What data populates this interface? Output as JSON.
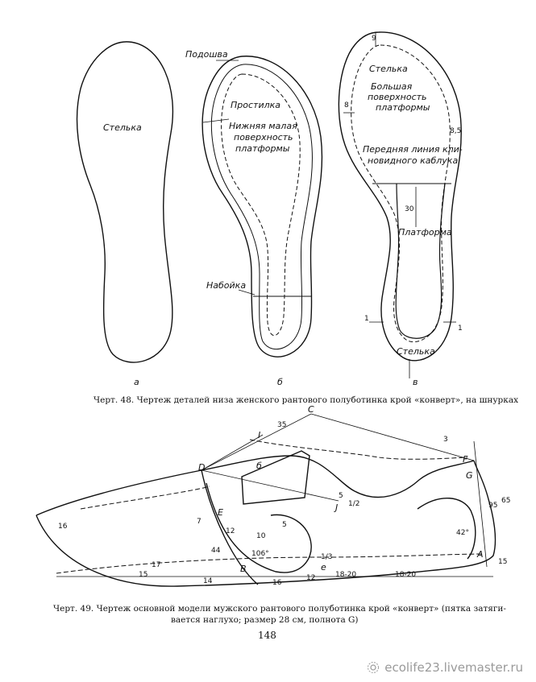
{
  "fig48": {
    "a": {
      "insole": "Стелька",
      "letter": "а"
    },
    "b": {
      "sole": "Подошва",
      "filler": "Простилка",
      "lower_small_surface": [
        "Нижняя малая",
        "поверхность",
        "платформы"
      ],
      "heel_lift": "Набойка",
      "letter": "б"
    },
    "c": {
      "insole_top": "Стелька",
      "big_surface": [
        "Большая",
        "поверхность",
        "платформы"
      ],
      "front_line": [
        "Передняя линия кли-",
        "новидного каблука"
      ],
      "platform": "Платформа",
      "insole_bottom": "Стелька",
      "dims": {
        "top": "9",
        "left": "8",
        "right": "8,5",
        "mid": "30",
        "left_small": "1",
        "right_small": "1"
      },
      "letter": "в"
    },
    "caption": "Черт. 48. Чертеж деталей низа женского  рантового полуботинка крой «конверт», на шнурках"
  },
  "fig49": {
    "points": {
      "C": "C",
      "I": "I",
      "D": "D",
      "F": "F",
      "G": "G",
      "E": "E",
      "B": "B",
      "A": "A",
      "J": "J",
      "b": "б",
      "e": "е"
    },
    "dims": [
      "35",
      "3",
      "16",
      "1/2",
      "5",
      "12",
      "10",
      "106°",
      "42°",
      "95",
      "65",
      "15",
      "17",
      "15",
      "14",
      "44",
      "16",
      "12",
      "1/3",
      "18-20",
      "18-20",
      "7",
      "5"
    ],
    "caption_line1": "Черт. 49. Чертеж основной модели мужского рантового полуботинка крой «конверт» (пятка затяги-",
    "caption_line2": "вается наглухо; размер 28 см, полнота G)"
  },
  "page_number": "148",
  "watermark": "ecolife23.livemaster.ru"
}
